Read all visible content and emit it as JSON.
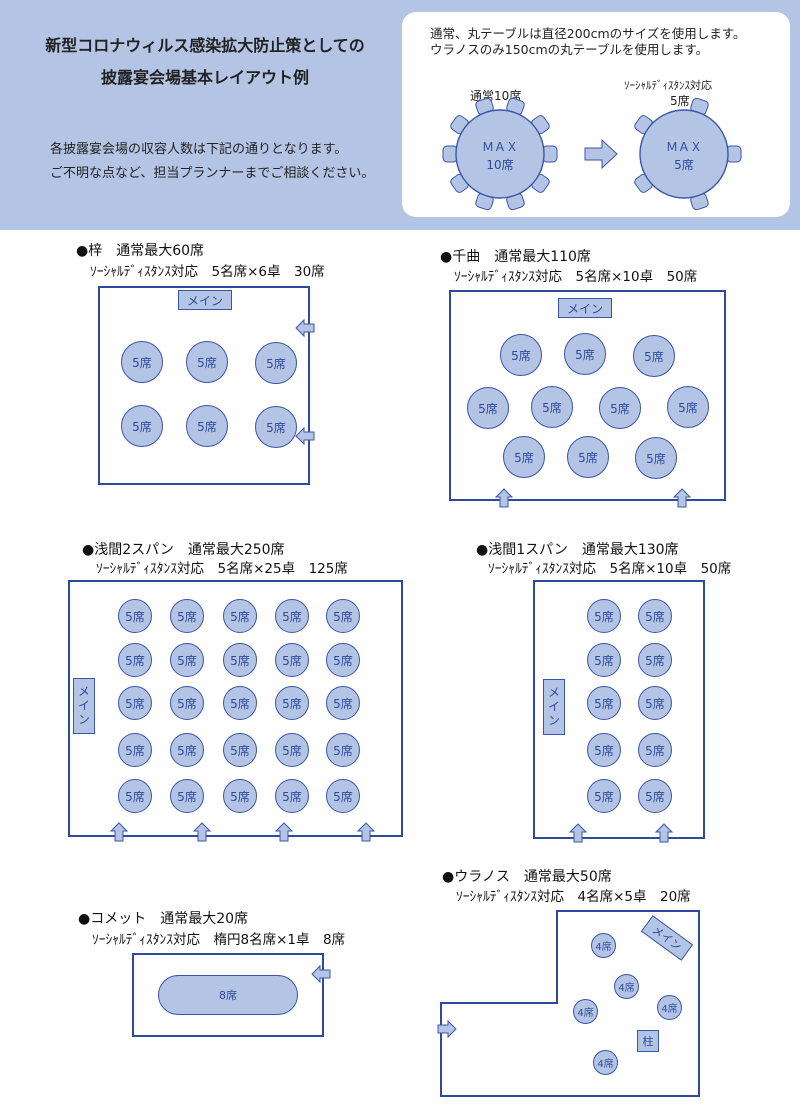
{
  "header": {
    "title_line1": "新型コロナウィルス感染拡大防止策としての",
    "title_line2": "披露宴会場基本レイアウト例",
    "intro_line1": "各披露宴会場の収容人数は下記の通りとなります。",
    "intro_line2": "ご不明な点など、担当プランナーまでご相談ください。"
  },
  "info": {
    "line1": "通常、丸テーブルは直径200cmのサイズを使用します。",
    "line2": "ウラノスのみ150cmの丸テーブルを使用します。",
    "normal_caption": "通常10席",
    "social_caption_1": "ｿｰｼｬﾙﾃﾞｨｽﾀﾝｽ対応",
    "social_caption_2": "5席",
    "max_label": "ＭＡＸ",
    "normal_table": "10席",
    "social_table": "5席"
  },
  "common": {
    "main": "メイン",
    "pillar": "柱",
    "seat5": "5席",
    "seat4": "4席",
    "seat8": "8席"
  },
  "sections": {
    "azusa": {
      "title": "●梓　通常最大60席",
      "sub": "ｿｰｼｬﾙﾃﾞｨｽﾀﾝｽ対応　5名席×6卓　30席"
    },
    "chikuma": {
      "title": "●千曲　通常最大110席",
      "sub": "ｿｰｼｬﾙﾃﾞｨｽﾀﾝｽ対応　5名席×10卓　50席"
    },
    "asama2": {
      "title": "●浅間2スパン　通常最大250席",
      "sub": "ｿｰｼｬﾙﾃﾞｨｽﾀﾝｽ対応　5名席×25卓　125席"
    },
    "asama1": {
      "title": "●浅間1スパン　通常最大130席",
      "sub": "ｿｰｼｬﾙﾃﾞｨｽﾀﾝｽ対応　5名席×10卓　50席"
    },
    "comet": {
      "title": "●コメット　通常最大20席",
      "sub": "ｿｰｼｬﾙﾃﾞｨｽﾀﾝｽ対応　楕円8名席×1卓　8席"
    },
    "uranos": {
      "title": "●ウラノス　通常最大50席",
      "sub": "ｿｰｼｬﾙﾃﾞｨｽﾀﾝｽ対応　4名席×5卓　20席"
    }
  },
  "colors": {
    "header_bg": "#b4c4e4",
    "table_fill": "#b4c4e4",
    "line": "#2e4a9c"
  }
}
